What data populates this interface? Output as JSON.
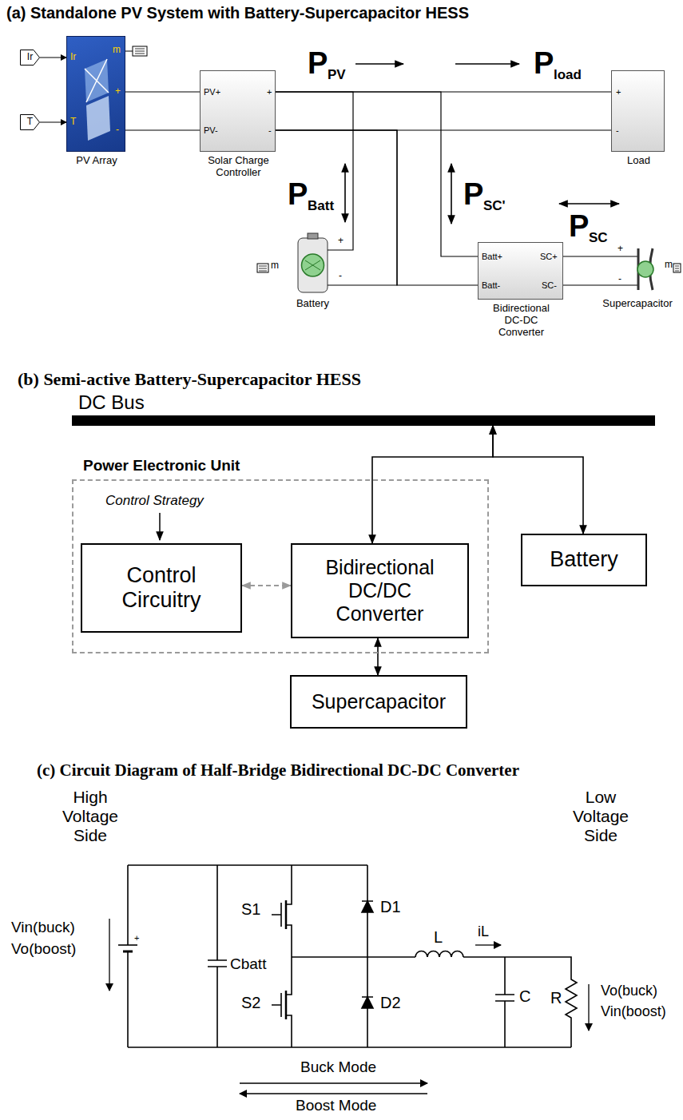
{
  "diagram": {
    "nodes": [
      {
        "text": [
          "Ir"
        ]
      },
      {
        "text": [
          "T"
        ]
      },
      {
        "text": [
          "Ir",
          "T",
          "m",
          "+",
          "-",
          "PV Array"
        ]
      },
      {
        "text": [
          "PV+",
          "PV-",
          "+",
          "-",
          "Solar Charge Controller"
        ]
      },
      {
        "text": [
          "+",
          "-",
          "Load"
        ]
      },
      {
        "text": [
          "+",
          "-",
          "m",
          "Battery"
        ]
      },
      {
        "text": [
          "Batt+",
          "Batt-",
          "SC+",
          "SC-",
          "Bidirectional DC-DC Converter"
        ]
      },
      {
        "text": [
          "+",
          "-",
          "m",
          "Supercapacitor"
        ]
      },
      {
        "text": [
          "DC Bus"
        ]
      },
      {
        "text": [
          "Power Electronic Unit"
        ]
      },
      {
        "text": [
          "Control Circuitry"
        ],
        "in": 9
      },
      {
        "text": [
          "Bidirectional DC/DC Converter"
        ],
        "in": 9
      },
      {
        "text": [
          "Battery"
        ]
      },
      {
        "text": [
          "Supercapacitor"
        ]
      }
    ],
    "edges": [
      {
        "from": 0,
        "to": 2,
        "arrow": "to"
      },
      {
        "from": 1,
        "to": 2,
        "arrow": "to"
      },
      {
        "from": 2,
        "to": 3,
        "arrow": "none"
      },
      {
        "from": 2,
        "to": 3,
        "arrow": "none"
      },
      {
        "from": 3,
        "to": 4,
        "arrow": "none"
      },
      {
        "from": 3,
        "to": 4,
        "arrow": "none"
      },
      {
        "from": 3,
        "to": 5,
        "arrow": "none"
      },
      {
        "from": 3,
        "to": 5,
        "arrow": "none"
      },
      {
        "from": 3,
        "to": 6,
        "arrow": "none"
      },
      {
        "from": 3,
        "to": 6,
        "arrow": "none"
      },
      {
        "from": 6,
        "to": 7,
        "arrow": "none"
      },
      {
        "from": 6,
        "to": 7,
        "arrow": "none"
      },
      {
        "from": 10,
        "to": 11,
        "arrow": "both"
      },
      {
        "from": 8,
        "to": 11,
        "arrow": "both"
      },
      {
        "from": 8,
        "to": 12,
        "arrow": "both"
      },
      {
        "from": 11,
        "to": 13,
        "arrow": "both"
      }
    ],
    "labels": [
      "(a) Standalone PV System with Battery-Supercapacitor HESS",
      "P",
      "PV",
      "P",
      "load",
      "P",
      "Batt",
      "P",
      "SC'",
      "P",
      "SC",
      "(b) Semi-active Battery-Supercapacitor HESS",
      "Control Strategy",
      "(c) Circuit Diagram of Half-Bridge Bidirectional DC-DC Converter",
      "High Voltage Side",
      "Low Voltage Side",
      "Vin(buck)",
      "Vo(boost)",
      "S1",
      "D1",
      "Cbatt",
      "S2",
      "D2",
      "L",
      "iL",
      "C",
      "R",
      "Vo(buck)",
      "Vin(boost)",
      "Buck Mode",
      "Boost Mode",
      "+"
    ]
  }
}
